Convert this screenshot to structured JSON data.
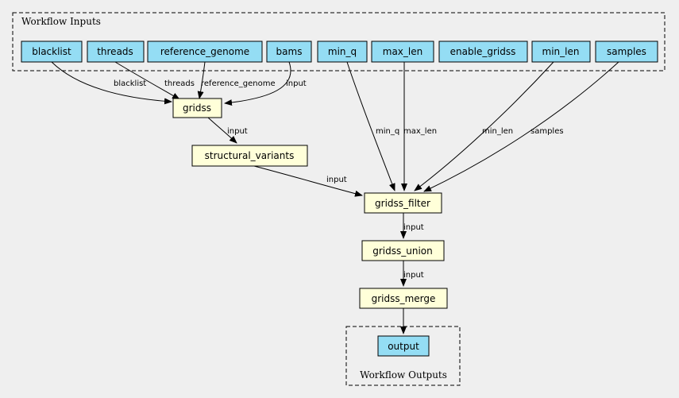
{
  "clusters": {
    "inputs": {
      "label": "Workflow Inputs"
    },
    "outputs": {
      "label": "Workflow Outputs"
    }
  },
  "colors": {
    "background": "#efefef",
    "io_node": "#94ddf4",
    "step_node": "#ffffd9",
    "stroke": "#000000"
  },
  "nodes": {
    "blacklist": "blacklist",
    "threads": "threads",
    "reference_genome": "reference_genome",
    "bams": "bams",
    "min_q": "min_q",
    "max_len": "max_len",
    "enable_gridss": "enable_gridss",
    "min_len": "min_len",
    "samples": "samples",
    "gridss": "gridss",
    "structural_variants": "structural_variants",
    "gridss_filter": "gridss_filter",
    "gridss_union": "gridss_union",
    "gridss_merge": "gridss_merge",
    "output": "output"
  },
  "edges": {
    "blacklist_gridss": "blacklist",
    "threads_gridss": "threads",
    "reference_genome_gridss": "reference_genome",
    "bams_gridss": "input",
    "gridss_structural_variants": "input",
    "min_q_gridss_filter": "min_q",
    "max_len_gridss_filter": "max_len",
    "min_len_gridss_filter": "min_len",
    "samples_gridss_filter": "samples",
    "structural_variants_gridss_filter": "input",
    "gridss_filter_gridss_union": "input",
    "gridss_union_gridss_merge": "input"
  }
}
